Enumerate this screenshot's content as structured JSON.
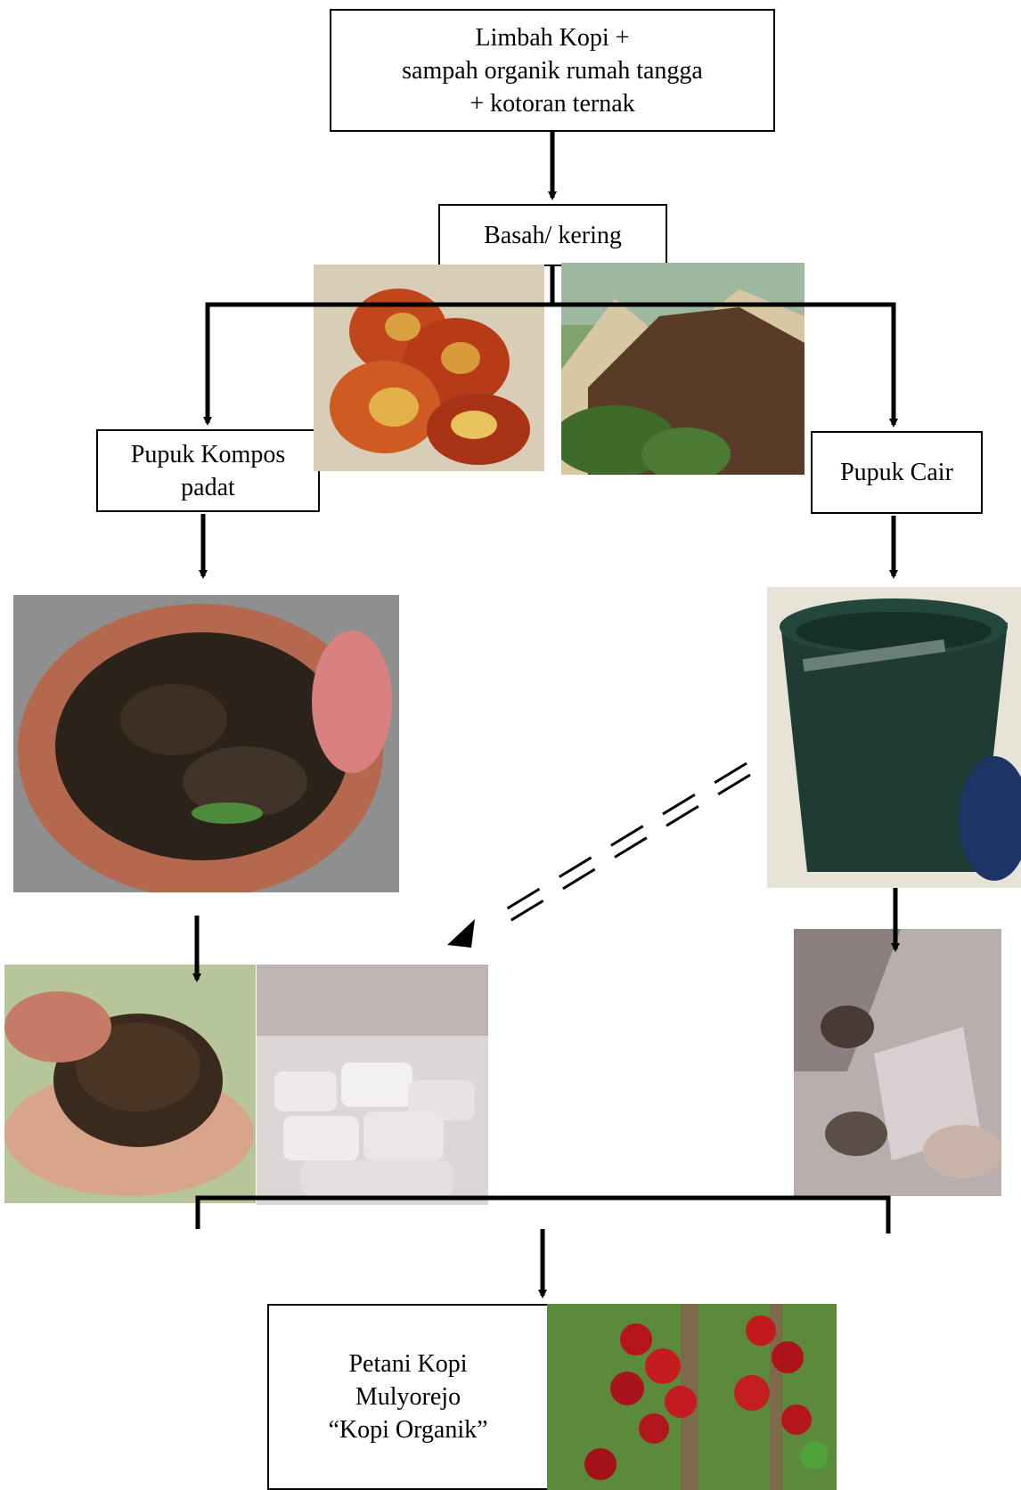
{
  "nodes": {
    "source": "Limbah Kopi +\nsampah organik rumah tangga\n+ kotoran ternak",
    "state": "Basah/ kering",
    "solid": "Pupuk Kompos\npadat",
    "liquid": "Pupuk Cair",
    "farmer": "Petani Kopi\nMulyorejo\n“Kopi Organik”"
  },
  "images": [
    "coffee-cherry-pulp-photo",
    "coffee-waste-pile-photo",
    "compost-pot-photo",
    "liquid-fertilizer-bucket-photo",
    "compost-in-hands-photo",
    "fertilizer-sacks-photo",
    "pouring-liquid-fertilizer-photo",
    "red-coffee-berries-photo"
  ]
}
